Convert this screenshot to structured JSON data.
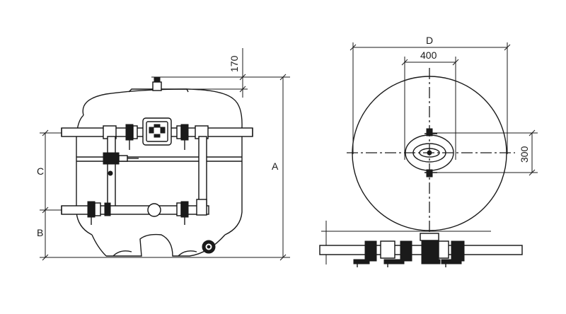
{
  "dimensions": {
    "A": "A",
    "B": "B",
    "C": "C",
    "D": "D",
    "top_clearance": "170",
    "port_spacing": "400",
    "port_offset": "300"
  },
  "colors": {
    "line": "#1a1a1a",
    "background": "#ffffff"
  }
}
